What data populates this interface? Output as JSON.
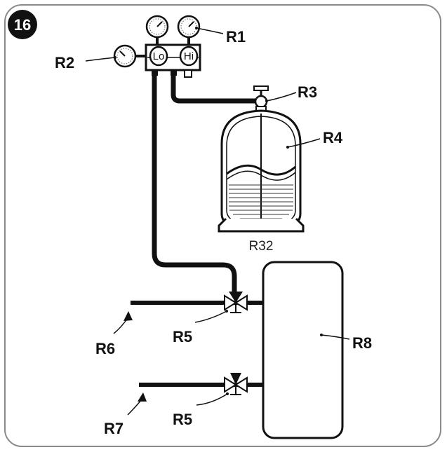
{
  "figure_number": "16",
  "labels": {
    "r1": "R1",
    "r2": "R2",
    "r3": "R3",
    "r4": "R4",
    "r5_upper": "R5",
    "r5_lower": "R5",
    "r6": "R6",
    "r7": "R7",
    "r8": "R8"
  },
  "gauge": {
    "low": "Lo",
    "high": "Hi"
  },
  "cylinder": {
    "refrigerant": "R32"
  },
  "colors": {
    "line": "#111111",
    "frame": "#888888",
    "badge": "#111111"
  }
}
